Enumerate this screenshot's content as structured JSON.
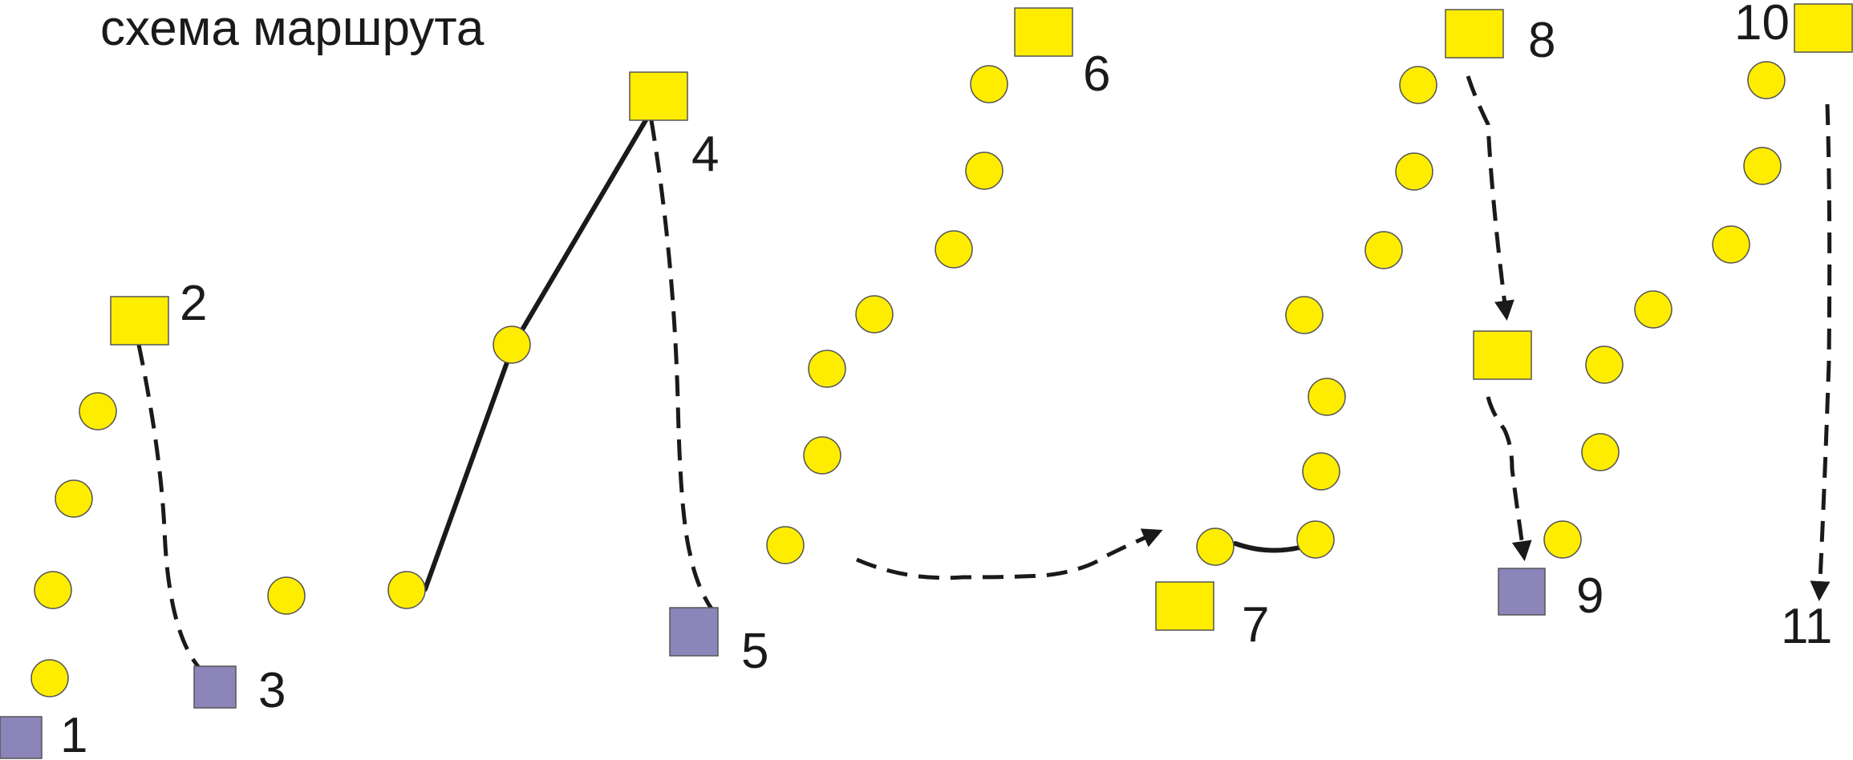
{
  "title": "схема маршрута",
  "colors": {
    "marker_yellow": "#ffed00",
    "marker_purple": "#8b85b9",
    "line": "#1a1a1a"
  },
  "point_labels": [
    "1",
    "2",
    "3",
    "4",
    "5",
    "6",
    "7",
    "8",
    "9",
    "10",
    "11"
  ]
}
